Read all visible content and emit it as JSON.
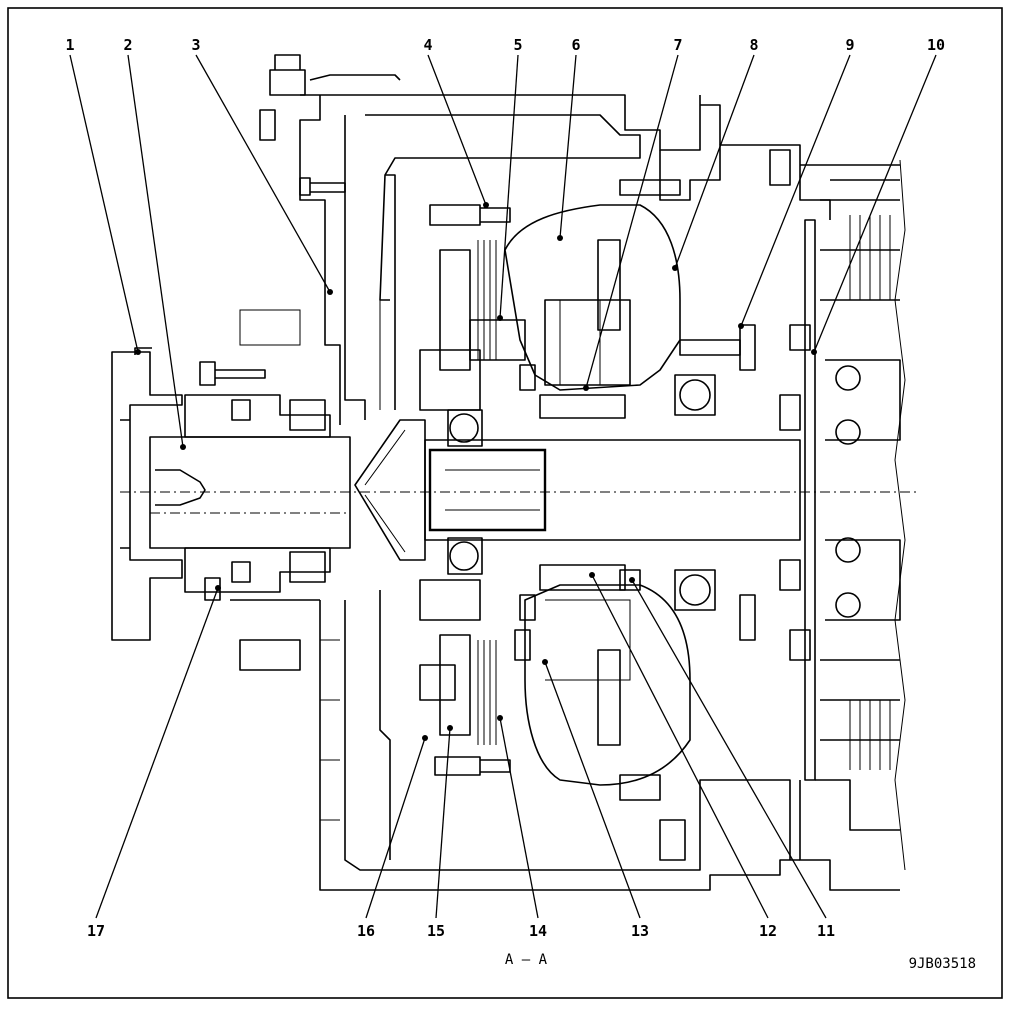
{
  "diagram": {
    "section_label": "A – A",
    "figure_code": "9JB03518",
    "callouts": [
      "1",
      "2",
      "3",
      "4",
      "5",
      "6",
      "7",
      "8",
      "9",
      "10",
      "11",
      "12",
      "13",
      "14",
      "15",
      "16",
      "17"
    ]
  }
}
